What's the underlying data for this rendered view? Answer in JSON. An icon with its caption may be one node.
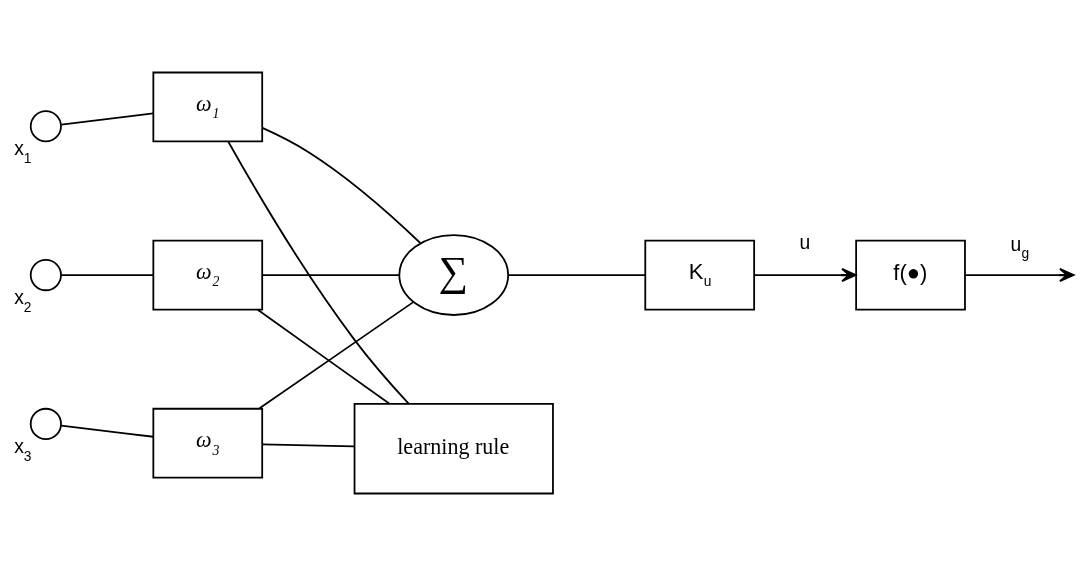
{
  "diagram": {
    "nodes": [
      {
        "text": [],
        "shape": "circle",
        "beside": [
          "x$_{1}$"
        ]
      },
      {
        "text": [],
        "shape": "circle",
        "beside": [
          "x$_{2}$"
        ]
      },
      {
        "text": [],
        "shape": "circle",
        "beside": [
          "x$_{3}$"
        ]
      },
      {
        "text": [
          "ω$_{1}$"
        ]
      },
      {
        "text": [
          "ω$_{2}$"
        ]
      },
      {
        "text": [
          "ω$_{3}$"
        ]
      },
      {
        "text": [
          "∑"
        ]
      },
      {
        "text": [
          "K$_{u}$"
        ]
      },
      {
        "text": [
          "f(●)"
        ]
      },
      {
        "text": [
          "learning rule"
        ]
      }
    ],
    "edges": [
      {
        "from": 0,
        "to": 3,
        "arrow": "none"
      },
      {
        "from": 1,
        "to": 4,
        "arrow": "none"
      },
      {
        "from": 2,
        "to": 5,
        "arrow": "none"
      },
      {
        "from": 3,
        "to": 6,
        "arrow": "none"
      },
      {
        "from": 4,
        "to": 6,
        "arrow": "none"
      },
      {
        "from": 5,
        "to": 6,
        "arrow": "none"
      },
      {
        "from": 6,
        "to": 7,
        "arrow": "none"
      },
      {
        "from": 7,
        "to": 8,
        "arrow": "to",
        "label": "u"
      },
      {
        "from": 8,
        "to": null,
        "arrow": "to",
        "label": "u$_{g}$"
      },
      {
        "from": 9,
        "to": 3,
        "arrow": "none"
      },
      {
        "from": 9,
        "to": 4,
        "arrow": "none"
      },
      {
        "from": 9,
        "to": 5,
        "arrow": "none"
      }
    ]
  }
}
